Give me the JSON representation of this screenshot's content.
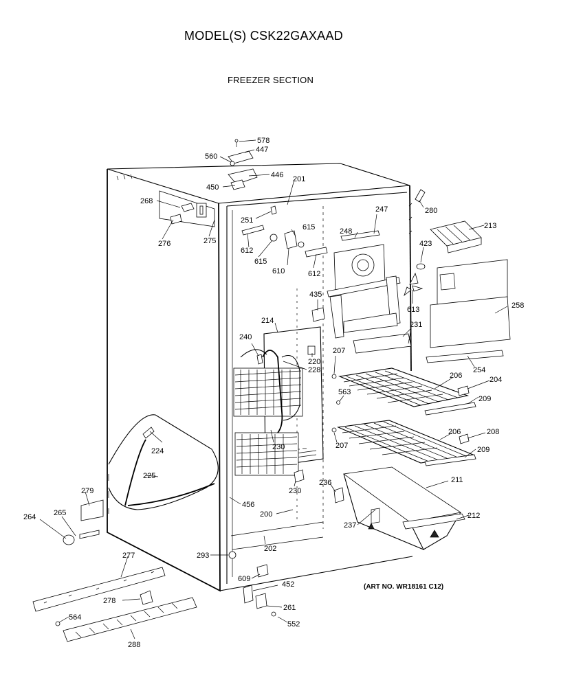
{
  "header": {
    "model": "MODEL(S) CSK22GAXAAD",
    "section": "FREEZER SECTION"
  },
  "art_number": "(ART NO. WR18161 C12)",
  "callouts": {
    "c578": "578",
    "c447": "447",
    "c560": "560",
    "c446": "446",
    "c450": "450",
    "c201": "201",
    "c268": "268",
    "c276": "276",
    "c275": "275",
    "c251": "251",
    "c612a": "612",
    "c615a": "615",
    "c615b": "615",
    "c610": "610",
    "c612b": "612",
    "c248": "248",
    "c247": "247",
    "c280": "280",
    "c213": "213",
    "c423": "423",
    "c613": "613",
    "c258": "258",
    "c435": "435",
    "c214": "214",
    "c240": "240",
    "c220": "220",
    "c228": "228",
    "c207a": "207",
    "c231": "231",
    "c254": "254",
    "c206a": "206",
    "c204": "204",
    "c563": "563",
    "c209a": "209",
    "c207b": "207",
    "c206b": "206",
    "c208": "208",
    "c230a": "230",
    "c209b": "209",
    "c224": "224",
    "c225": "225",
    "c211": "211",
    "c236": "236",
    "c230b": "230",
    "c279": "279",
    "c264": "264",
    "c265": "265",
    "c456": "456",
    "c200": "200",
    "c212": "212",
    "c237": "237",
    "c202": "202",
    "c293": "293",
    "c277": "277",
    "c609": "609",
    "c452": "452",
    "c278": "278",
    "c261": "261",
    "c564": "564",
    "c552": "552",
    "c288": "288"
  }
}
